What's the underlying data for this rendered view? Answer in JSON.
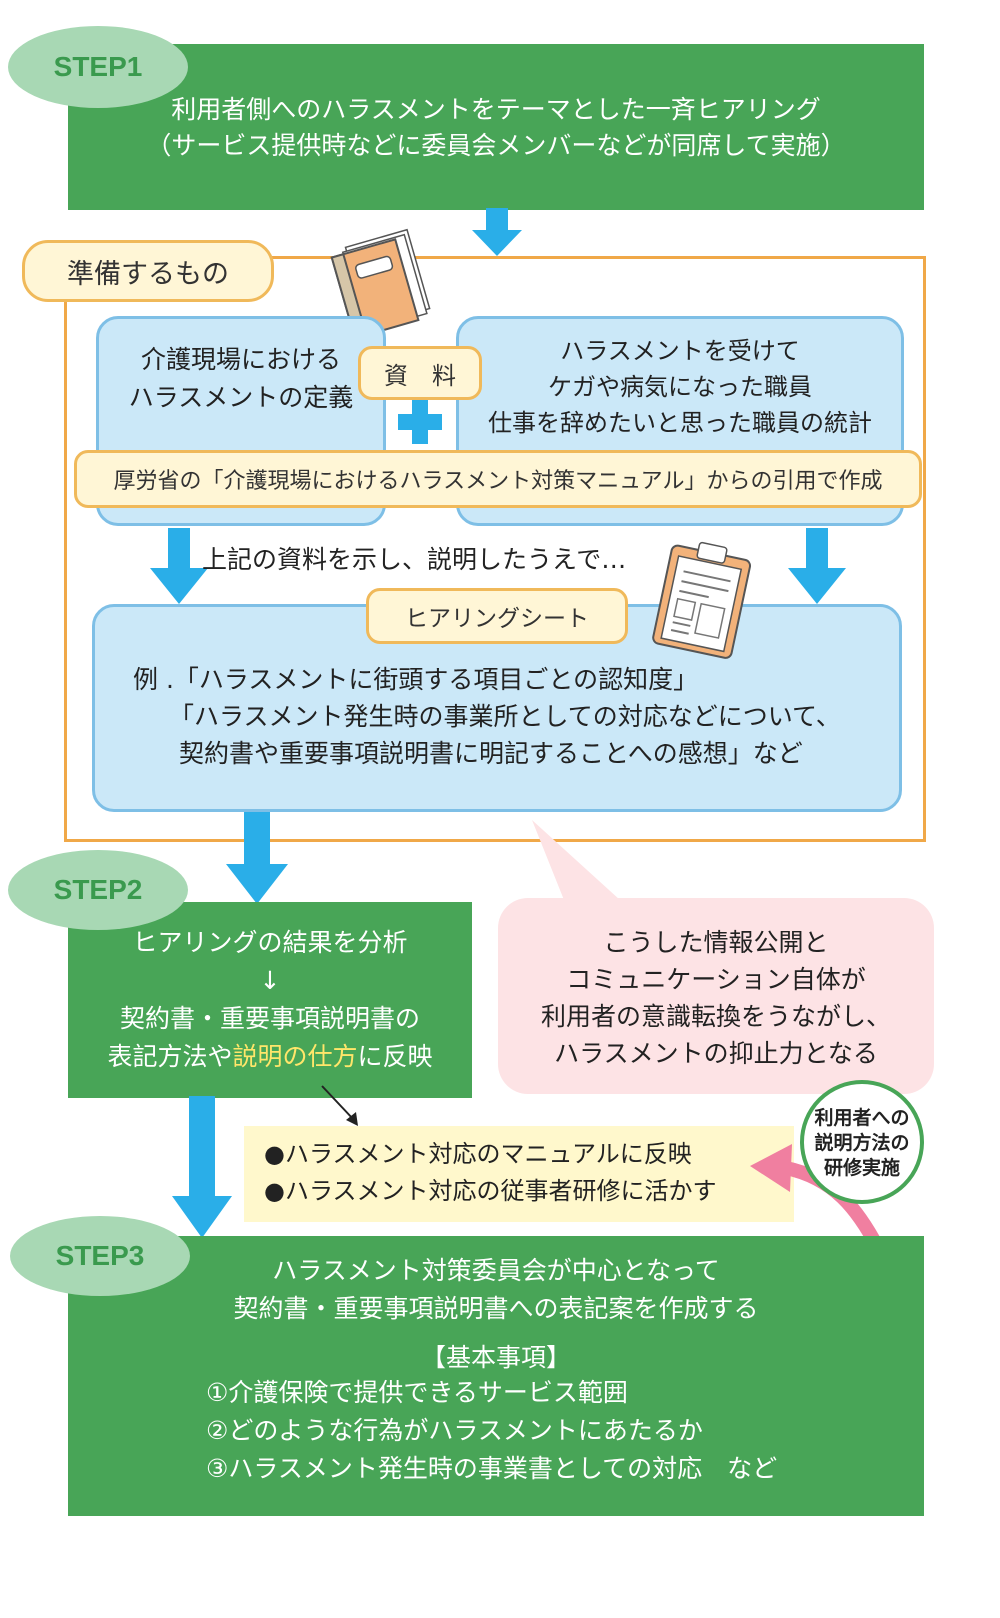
{
  "step1": {
    "label": "STEP1",
    "line1": "利用者側へのハラスメントをテーマとした一斉ヒアリング",
    "line2": "（サービス提供時などに委員会メンバーなどが同席して実施）"
  },
  "prep": {
    "title": "準備するもの",
    "left_line1": "介護現場における",
    "left_line2": "ハラスメントの定義",
    "material_label": "資　料",
    "right_line1": "ハラスメントを受けて",
    "right_line2": "ケガや病気になった職員",
    "right_line3": "仕事を辞めたいと思った職員の統計",
    "source": "厚労省の「介護現場におけるハラスメント対策マニュアル」からの引用で作成",
    "caption": "上記の資料を示し、説明したうえで…",
    "sheet_label": "ヒアリングシート",
    "ex_line1": "例 .「ハラスメントに街頭する項目ごとの認知度」",
    "ex_line2": "「ハラスメント発生時の事業所としての対応などについて、",
    "ex_line3": "契約書や重要事項説明書に明記することへの感想」など"
  },
  "step2": {
    "label": "STEP2",
    "line1": "ヒアリングの結果を分析",
    "arrow": "↓",
    "line3": "契約書・重要事項説明書の",
    "line4_a": "表記方法や",
    "line4_b": "説明の仕方",
    "line4_c": "に反映"
  },
  "bubble": {
    "line1": "こうした情報公開と",
    "line2": "コミュニケーション自体が",
    "line3": "利用者の意識転換をうながし、",
    "line4": "ハラスメントの抑止力となる"
  },
  "reflect": {
    "item1": "●ハラスメント対応のマニュアルに反映",
    "item2": "●ハラスメント対応の従事者研修に活かす"
  },
  "training": {
    "line1": "利用者への",
    "line2": "説明方法の",
    "line3": "研修実施"
  },
  "step3": {
    "label": "STEP3",
    "line1": "ハラスメント対策委員会が中心となって",
    "line2": "契約書・重要事項説明書への表記案を作成する",
    "basic": "【基本事項】",
    "item1": "①介護保険で提供できるサービス範囲",
    "item2": "②どのような行為がハラスメントにあたるか",
    "item3": "③ハラスメント発生時の事業書としての対応　など"
  },
  "colors": {
    "green": "#48a557",
    "light_green": "#a8d8b4",
    "blue_arrow": "#2aaee8",
    "light_blue": "#cbe8f8",
    "orange_border": "#f0a848",
    "cream": "#fff6d6",
    "pink": "#fde3e5",
    "yellow_highlight": "#ffe66a",
    "pink_arrow": "#f07fa0"
  }
}
